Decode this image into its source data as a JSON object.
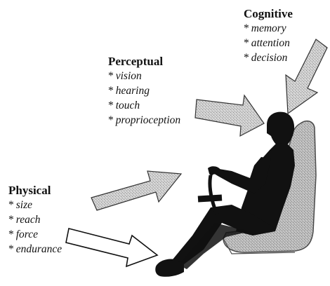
{
  "groups": {
    "cognitive": {
      "title": "Cognitive",
      "items": [
        "memory",
        "attention",
        "decision"
      ]
    },
    "perceptual": {
      "title": "Perceptual",
      "items": [
        "vision",
        "hearing",
        "touch",
        "proprioception"
      ]
    },
    "physical": {
      "title": "Physical",
      "items": [
        "size",
        "reach",
        "force",
        "endurance"
      ]
    }
  },
  "bullet": "*",
  "colors": {
    "ink": "#111111",
    "arrow_fill": "#c8c8c8",
    "seat_fill": "#b5b5b5",
    "outline_arrow_fill": "#ffffff"
  }
}
